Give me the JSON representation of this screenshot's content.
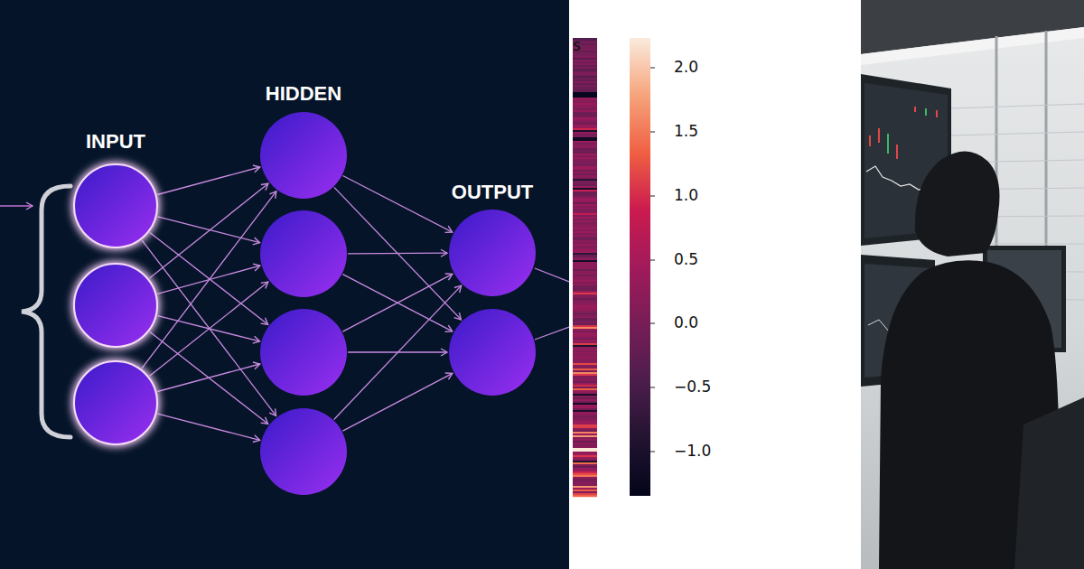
{
  "diagram": {
    "labels": [
      "INPUT",
      "HIDDEN",
      "OUTPUT",
      "s",
      "2.0",
      "1.5",
      "1.0",
      "0.5",
      "0.0",
      "−0.5",
      "−1.0"
    ]
  }
}
